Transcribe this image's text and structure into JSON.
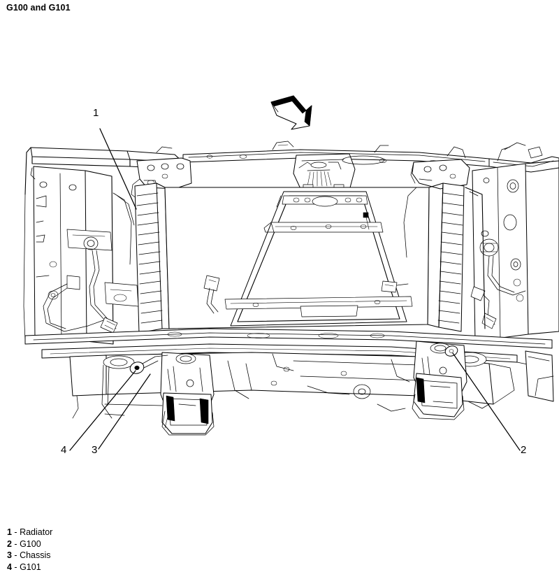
{
  "document": {
    "title": "G100 and G101",
    "type": "automotive-service-illustration"
  },
  "figure": {
    "description": "Front underbody view of vehicle radiator support, frame rails and engine mounts showing ground locations",
    "orientation_arrow": {
      "name": "forward-direction-arrow",
      "direction": "down-right"
    },
    "callouts": [
      {
        "id": "1",
        "label": "1",
        "target": "radiator"
      },
      {
        "id": "2",
        "label": "2",
        "target": "G100"
      },
      {
        "id": "3",
        "label": "3",
        "target": "Chassis"
      },
      {
        "id": "4",
        "label": "4",
        "target": "G101"
      }
    ]
  },
  "legend": {
    "separator": "-",
    "items": [
      {
        "number": "1",
        "text": "Radiator"
      },
      {
        "number": "2",
        "text": "G100"
      },
      {
        "number": "3",
        "text": "Chassis"
      },
      {
        "number": "4",
        "text": "G101"
      }
    ]
  },
  "colors": {
    "background": "#ffffff",
    "line": "#000000",
    "text": "#000000"
  }
}
